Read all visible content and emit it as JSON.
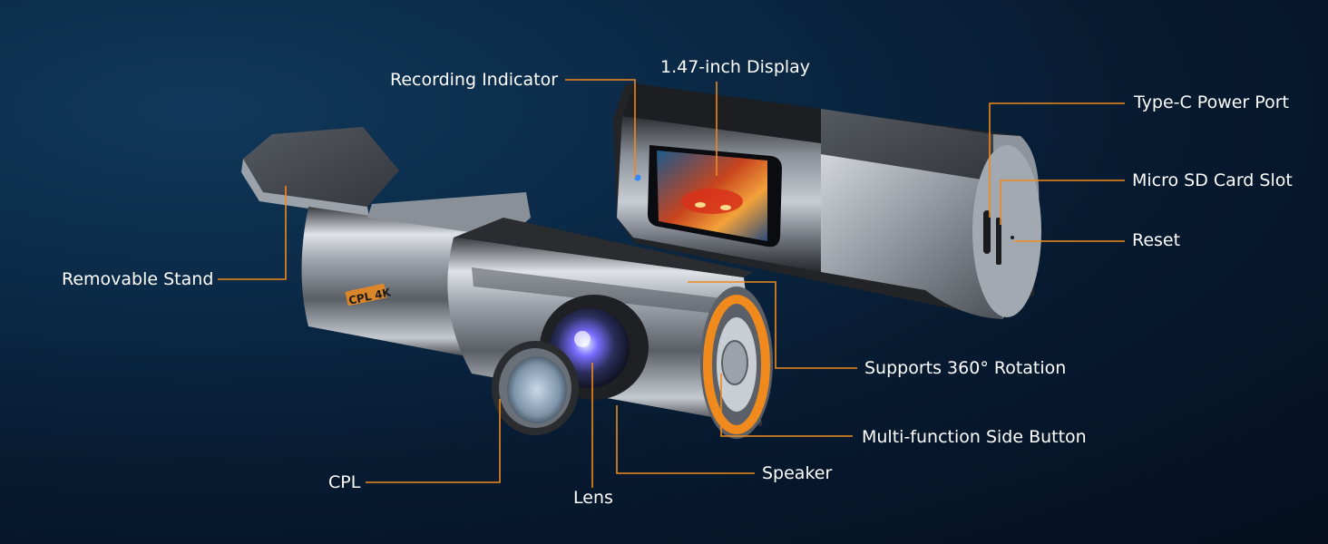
{
  "accent_color": "#f08a1c",
  "product_badge": "CPL 4K",
  "labels": {
    "recording_indicator": "Recording Indicator",
    "display": "1.47-inch Display",
    "type_c": "Type-C Power Port",
    "micro_sd": "Micro SD Card Slot",
    "reset": "Reset",
    "removable_stand": "Removable Stand",
    "rotation": "Supports 360° Rotation",
    "side_button": "Multi-function Side Button",
    "speaker": "Speaker",
    "cpl": "CPL",
    "lens": "Lens"
  }
}
